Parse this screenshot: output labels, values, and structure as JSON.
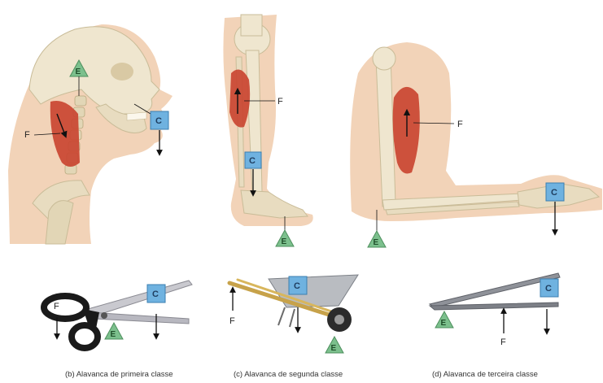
{
  "labels": {
    "force": "F",
    "fulcrum": "E",
    "load": "C"
  },
  "captions": {
    "first_class": "(b) Alavanca de primeira classe",
    "second_class": "(c) Alavanca de segunda classe",
    "third_class": "(d) Alavanca de terceira classe"
  },
  "colors": {
    "load_box": "#6fb2e0",
    "fulcrum_triangle": "#7cc08d",
    "muscle": "#c9432f",
    "skin": "#f2d3b8",
    "bone": "#efe6cf"
  }
}
